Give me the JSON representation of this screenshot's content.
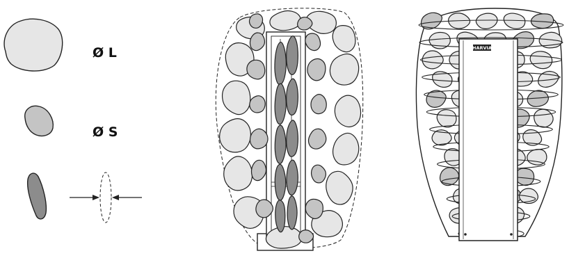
{
  "legend": {
    "large_label": "Ø L",
    "small_label": "Ø S"
  },
  "heater": {
    "logo_text": "HARVIA"
  },
  "colors": {
    "stone_light": "#e6e6e6",
    "stone_medium": "#c4c4c4",
    "stone_dark": "#8c8c8c",
    "outline": "#222222",
    "background": "#ffffff"
  }
}
